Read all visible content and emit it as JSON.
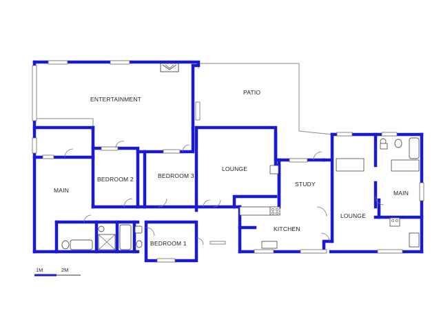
{
  "rooms": {
    "entertainment": "ENTERTAINMENT",
    "patio": "PATIO",
    "main_left": "MAIN",
    "bedroom2": "BEDROOM 2",
    "bedroom3": "BEDROOM 3",
    "lounge_center": "LOUNGE",
    "study": "STUDY",
    "main_right": "MAIN",
    "lounge_right": "LOUNGE",
    "kitchen": "KITCHEN",
    "bedroom1": "BEDROOM 1"
  },
  "scale": {
    "label_1": "1M",
    "label_2": "2M"
  },
  "colors": {
    "wall": "#1a1ad0",
    "outline": "#8a8a8a",
    "background": "#ffffff",
    "text": "#222222"
  }
}
